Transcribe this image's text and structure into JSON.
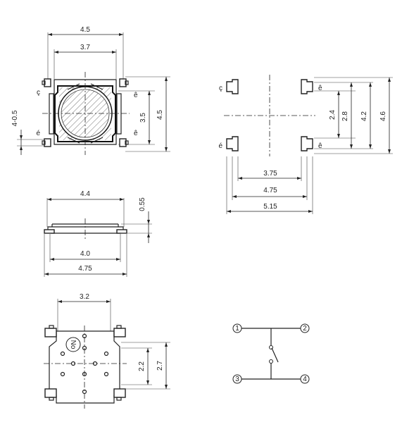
{
  "top_view": {
    "width_outer": "4.5",
    "width_inner": "3.7",
    "height_inner": "3.5",
    "height_outer": "4.5",
    "lead_pitch": "4-0.5",
    "mark_c": "ç",
    "mark_e1": "ê",
    "mark_e2": "é",
    "mark_e3": "ê"
  },
  "pad_layout": {
    "mark_c": "ç",
    "mark_e1": "ê",
    "mark_e2": "é",
    "mark_e3": "ê",
    "dim_2_4": "2.4",
    "dim_2_8": "2.8",
    "dim_4_2": "4.2",
    "dim_4_6": "4.6",
    "dim_3_75": "3.75",
    "dim_4_75": "4.75",
    "dim_5_15": "5.15"
  },
  "side_view": {
    "width_top": "4.4",
    "height": "0.55",
    "width_inner": "4.0",
    "width_outer": "4.75"
  },
  "bottom_view": {
    "width": "3.2",
    "dim_2_2": "2.2",
    "dim_2_7": "2.7",
    "marking": "No"
  },
  "schematic": {
    "pin1": "1",
    "pin2": "2",
    "pin3": "3",
    "pin4": "4"
  }
}
